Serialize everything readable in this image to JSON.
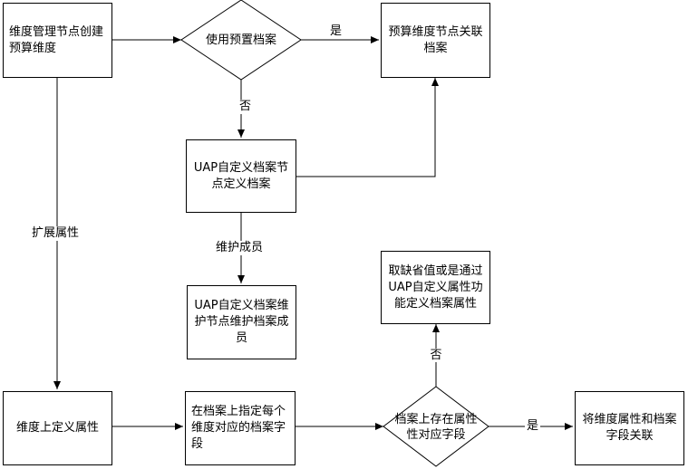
{
  "nodes": {
    "create_budget_dimension": "维度管理节点创建\n预算维度",
    "use_preset_archive": "使用预置档案",
    "link_budget_dimension_archive": "预算维度节点关联\n档案",
    "uap_custom_archive_node": "UAP自定义档案节\n点定义档案",
    "uap_maintain_archive_members": "UAP自定义档案维\n护节点维护档案成\n员",
    "default_or_uap_custom_attribute": "取缺省值或是通过\nUAP自定义属性功\n能定义档案属性",
    "define_dimension_attribute": "维度上定义属性",
    "specify_archive_field": "在档案上指定每个\n维度对应的档案字\n段",
    "archive_has_attribute_field": "档案上存在属性\n性对应字段",
    "link_attribute_and_field": "将维度属性和档案\n字段关联"
  },
  "edge_labels": {
    "yes_top": "是",
    "no_preset": "否",
    "maintain_members": "维护成员",
    "extend_attributes": "扩展属性",
    "no_field": "否",
    "yes_bottom": "是"
  }
}
